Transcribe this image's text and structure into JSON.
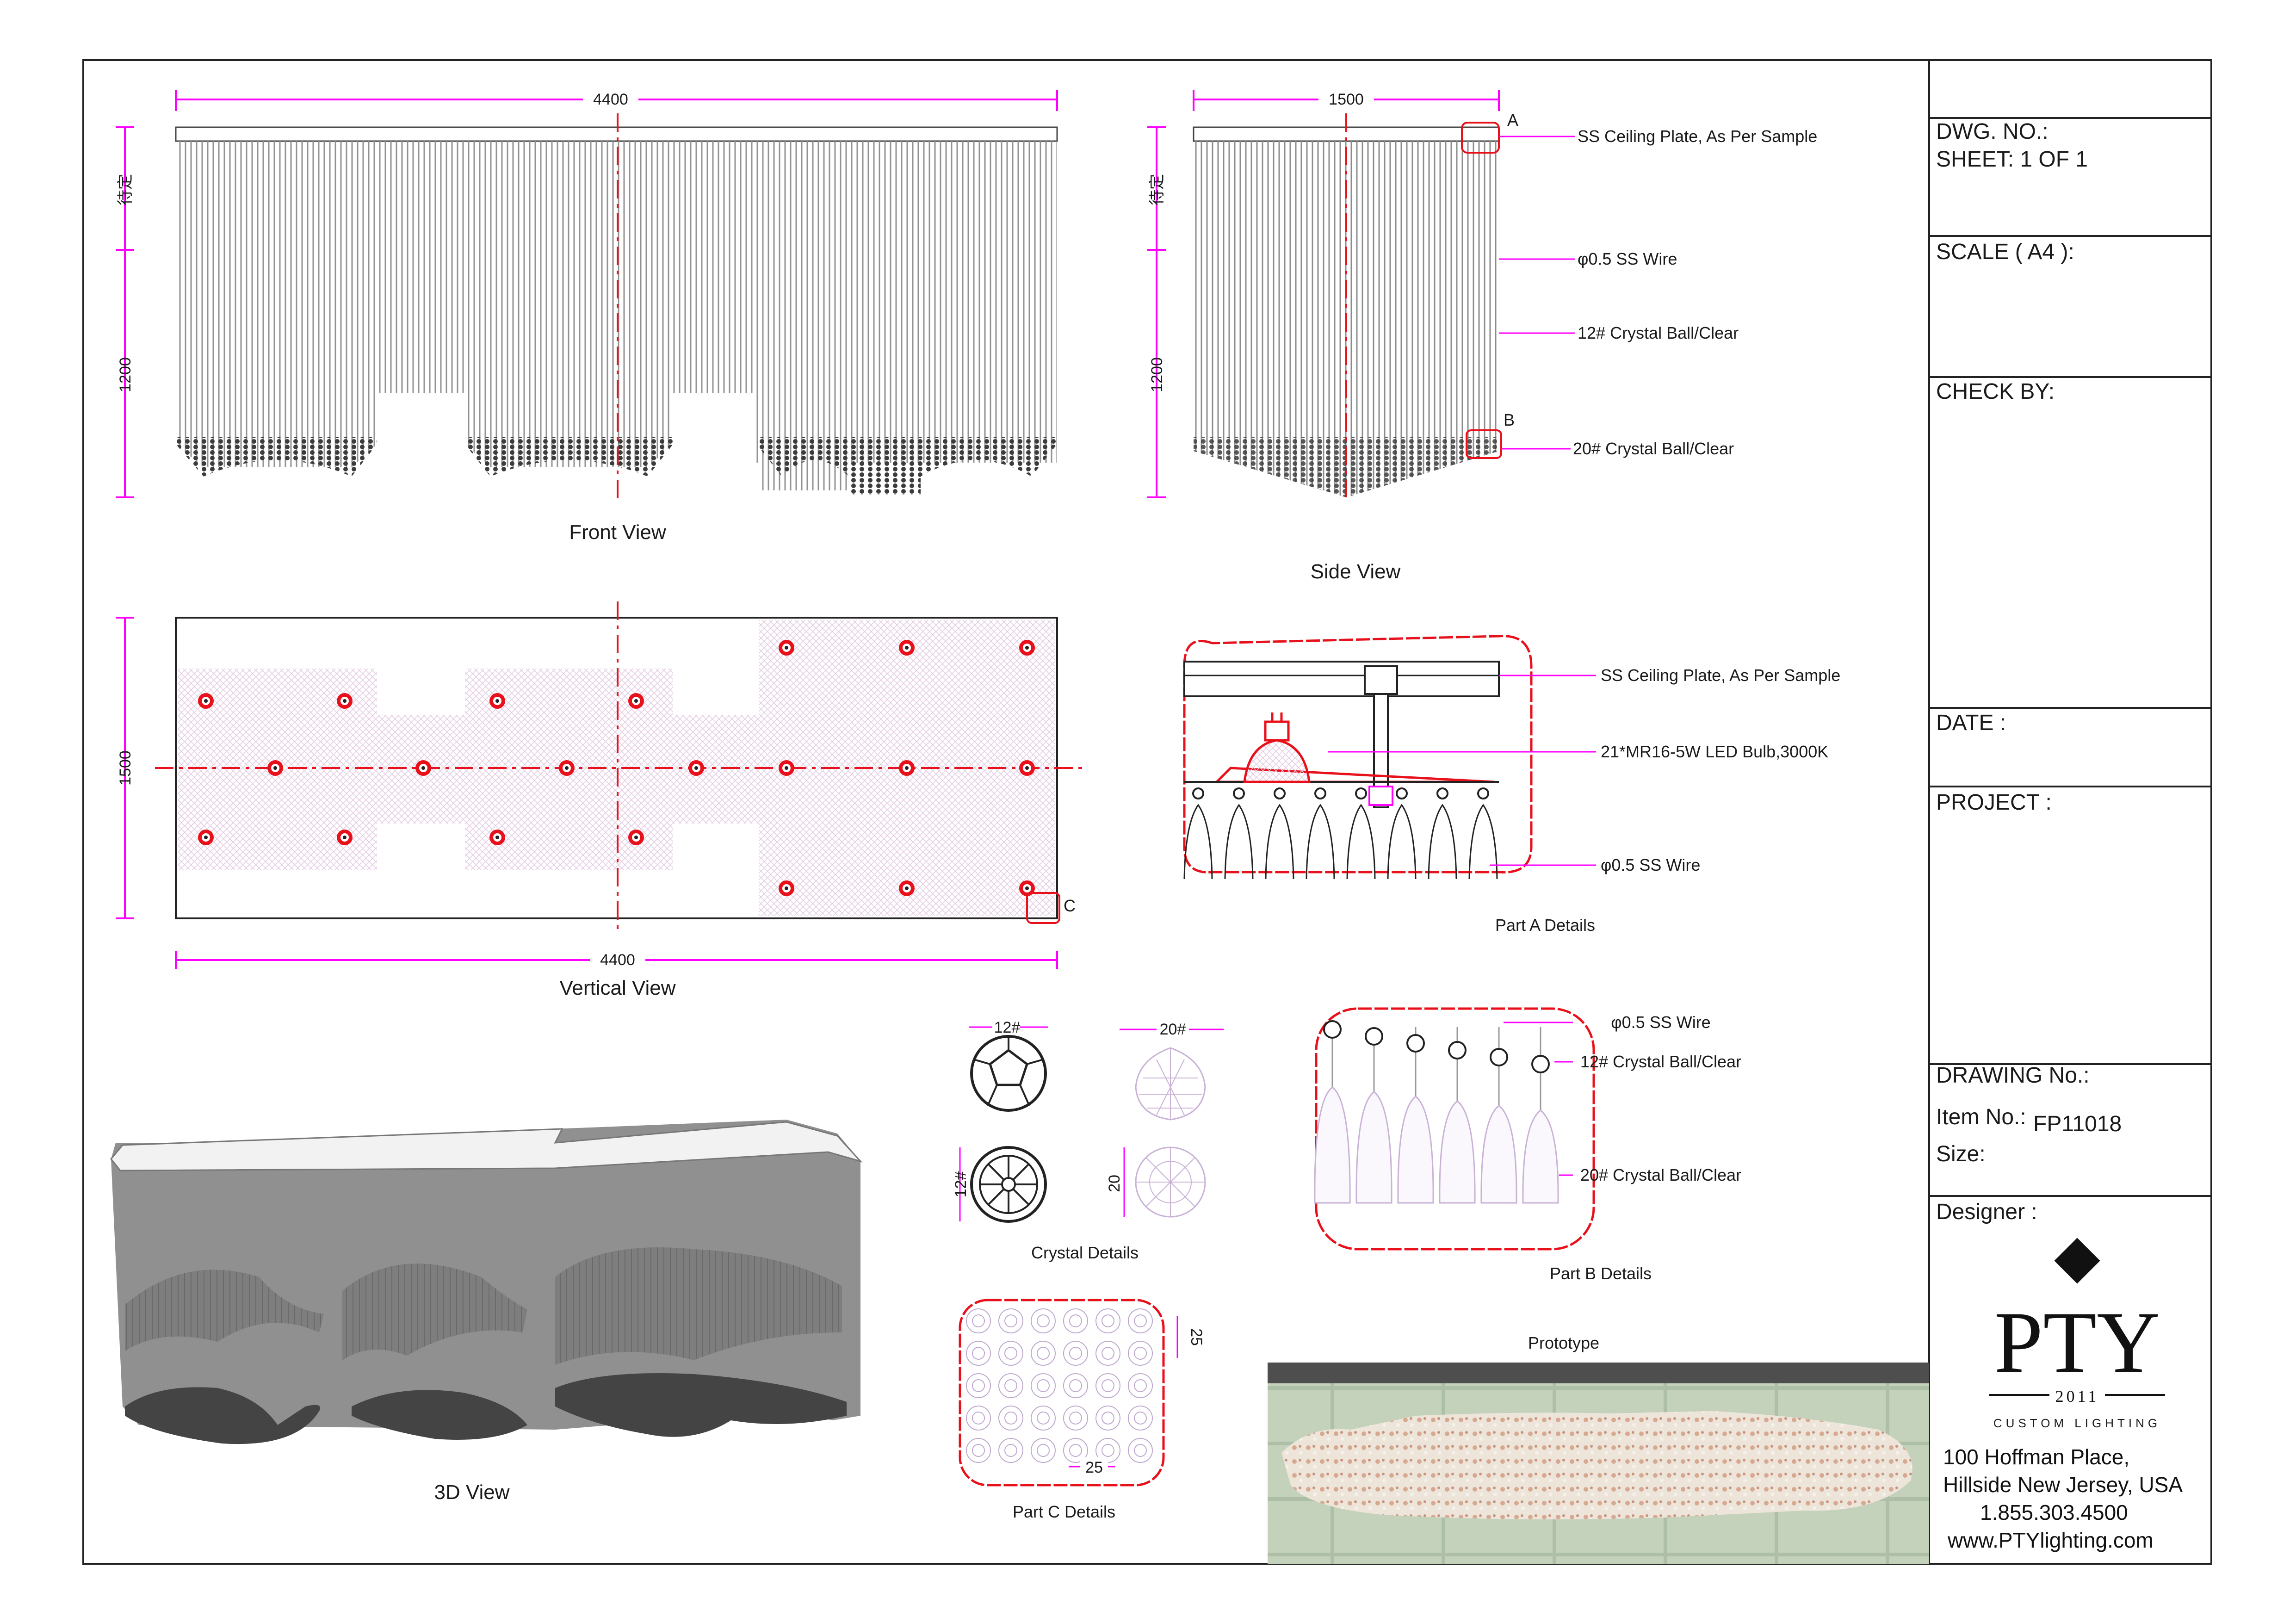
{
  "colors": {
    "dimension": "#ff00ff",
    "centerline": "#e8101a",
    "cloud": "#e8101a",
    "line": "#222222",
    "wire": "#9a9a9a",
    "dot": "#e8101a"
  },
  "views": {
    "front": {
      "title": "Front View",
      "width_dim": "4400",
      "height_top_dim": "待定",
      "height_dim": "1200"
    },
    "side": {
      "title": "Side View",
      "width_dim": "1500",
      "height_top_dim": "待定",
      "height_dim": "1200",
      "marker_a": "A",
      "marker_b": "B",
      "callouts": [
        "SS Ceiling Plate, As Per Sample",
        "φ0.5 SS Wire",
        "12# Crystal Ball/Clear",
        "20# Crystal Ball/Clear"
      ]
    },
    "vertical": {
      "title": "Vertical View",
      "width_dim": "4400",
      "height_dim": "1500",
      "marker_c": "C"
    },
    "part_a": {
      "title": "Part A Details",
      "callouts": [
        "SS Ceiling Plate, As Per Sample",
        "21*MR16-5W LED Bulb,3000K",
        "φ0.5  SS Wire"
      ]
    },
    "crystal": {
      "title": "Crystal Details",
      "ball12_label": "12#",
      "ball20_label": "20#",
      "dim12": "12#",
      "dim20": "20"
    },
    "part_b": {
      "title": "Part B Details",
      "callouts": [
        "φ0.5 SS Wire",
        "12# Crystal Ball/Clear",
        "20# Crystal Ball/Clear"
      ]
    },
    "part_c": {
      "title": "Part C Details",
      "dim_h": "25",
      "dim_v": "25"
    },
    "three_d": {
      "title": "3D View"
    },
    "prototype": {
      "title": "Prototype"
    }
  },
  "title_block": {
    "dwg_no": "DWG. NO.:",
    "sheet": "SHEET: 1 OF 1",
    "scale": "SCALE ( A4 ):",
    "check_by": "CHECK BY:",
    "date": "DATE :",
    "project": "PROJECT :",
    "drawing_no": "DRAWING No.:",
    "item_no_label": "Item No.:",
    "item_no": "FP11018",
    "size": "Size:",
    "designer": "Designer :",
    "logo_text": "PTY",
    "logo_year": "2011",
    "logo_tagline": "CUSTOM LIGHTING",
    "address1": "100 Hoffman Place,",
    "address2": "Hillside New Jersey, USA",
    "phone": "1.855.303.4500",
    "website": "www.PTYlighting.com"
  }
}
